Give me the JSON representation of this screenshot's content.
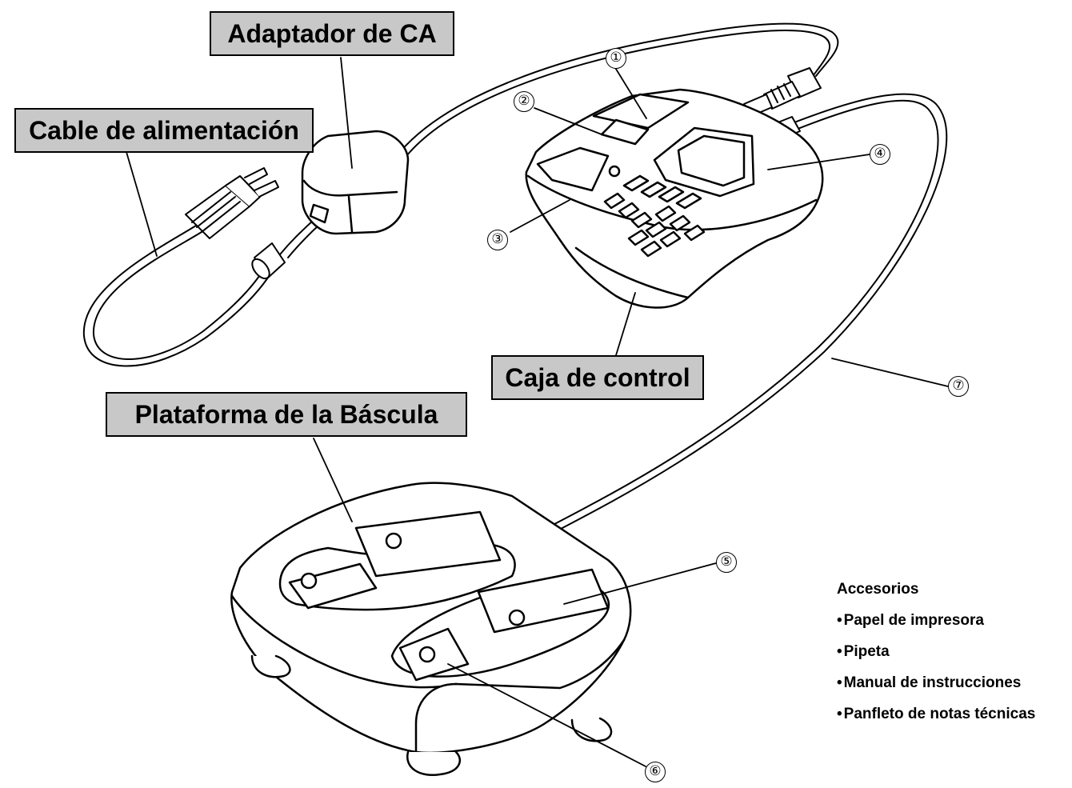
{
  "labels": {
    "ac_adapter": "Adaptador de CA",
    "power_cable": "Cable de alimentación",
    "control_box": "Caja de control",
    "scale_platform": "Plataforma de la Báscula"
  },
  "callouts": {
    "c1": "①",
    "c2": "②",
    "c3": "③",
    "c4": "④",
    "c5": "⑤",
    "c6": "⑥",
    "c7": "⑦"
  },
  "accessories": {
    "title": "Accesorios",
    "items": [
      "Papel de impresora",
      "Pipeta",
      "Manual de instrucciones",
      "Panfleto de notas técnicas"
    ]
  }
}
